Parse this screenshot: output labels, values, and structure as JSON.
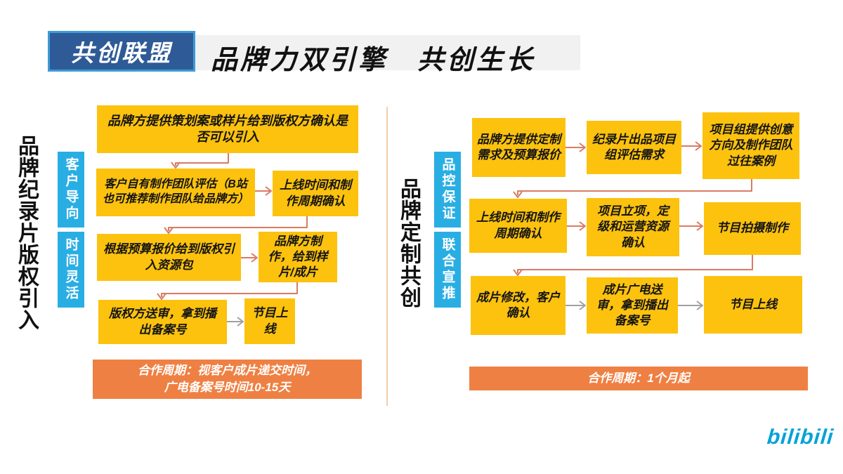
{
  "header": {
    "badge": "共创联盟",
    "title": "品牌力双引擎　共创生长"
  },
  "left": {
    "side_title": "品牌纪录片版权引入",
    "tags": [
      "客户导向",
      "时间灵活"
    ],
    "steps": {
      "s1": "品牌方提供策划案或样片给到版权方确认是否可以引入",
      "s2": "客户自有制作团队评估（B站也可推荐制作团队给品牌方）",
      "s3": "上线时间和制作周期确认",
      "s4": "根据预算报价给到版权引入资源包",
      "s5": "品牌方制作，给到样片/成片",
      "s6": "版权方送审，拿到播出备案号",
      "s7": "节目上线"
    },
    "footer": "合作周期：视客户成片递交时间，\n广电备案号时间10-15天"
  },
  "right": {
    "side_title": "品牌定制共创",
    "tags": [
      "品控保证",
      "联合宣推"
    ],
    "steps": {
      "s1": "品牌方提供定制需求及预算报价",
      "s2": "纪录片出品项目组评估需求",
      "s3": "项目组提供创意方向及制作团队过往案例",
      "s4": "上线时间和制作周期确认",
      "s5": "项目立项，定级和运营资源确认",
      "s6": "节目拍摄制作",
      "s7": "成片修改，客户确认",
      "s8": "成片广电送审，拿到播出备案号",
      "s9": "节目上线"
    },
    "footer": "合作周期：1个月起"
  },
  "logo": {
    "text": "bilibili"
  },
  "colors": {
    "badge_bg": "#2E5B97",
    "badge_border": "#3E9BD5",
    "header_bar": "#F1F1F1",
    "box_yellow": "#FCC20E",
    "tag_blue": "#29AEE4",
    "bar_orange": "#EF8043",
    "arrow_salmon": "#D97B62",
    "arrow_gray": "#A0A0A0",
    "divider": "#F4CDA6",
    "logo_blue": "#00A2D8",
    "title_text": "#111111"
  }
}
